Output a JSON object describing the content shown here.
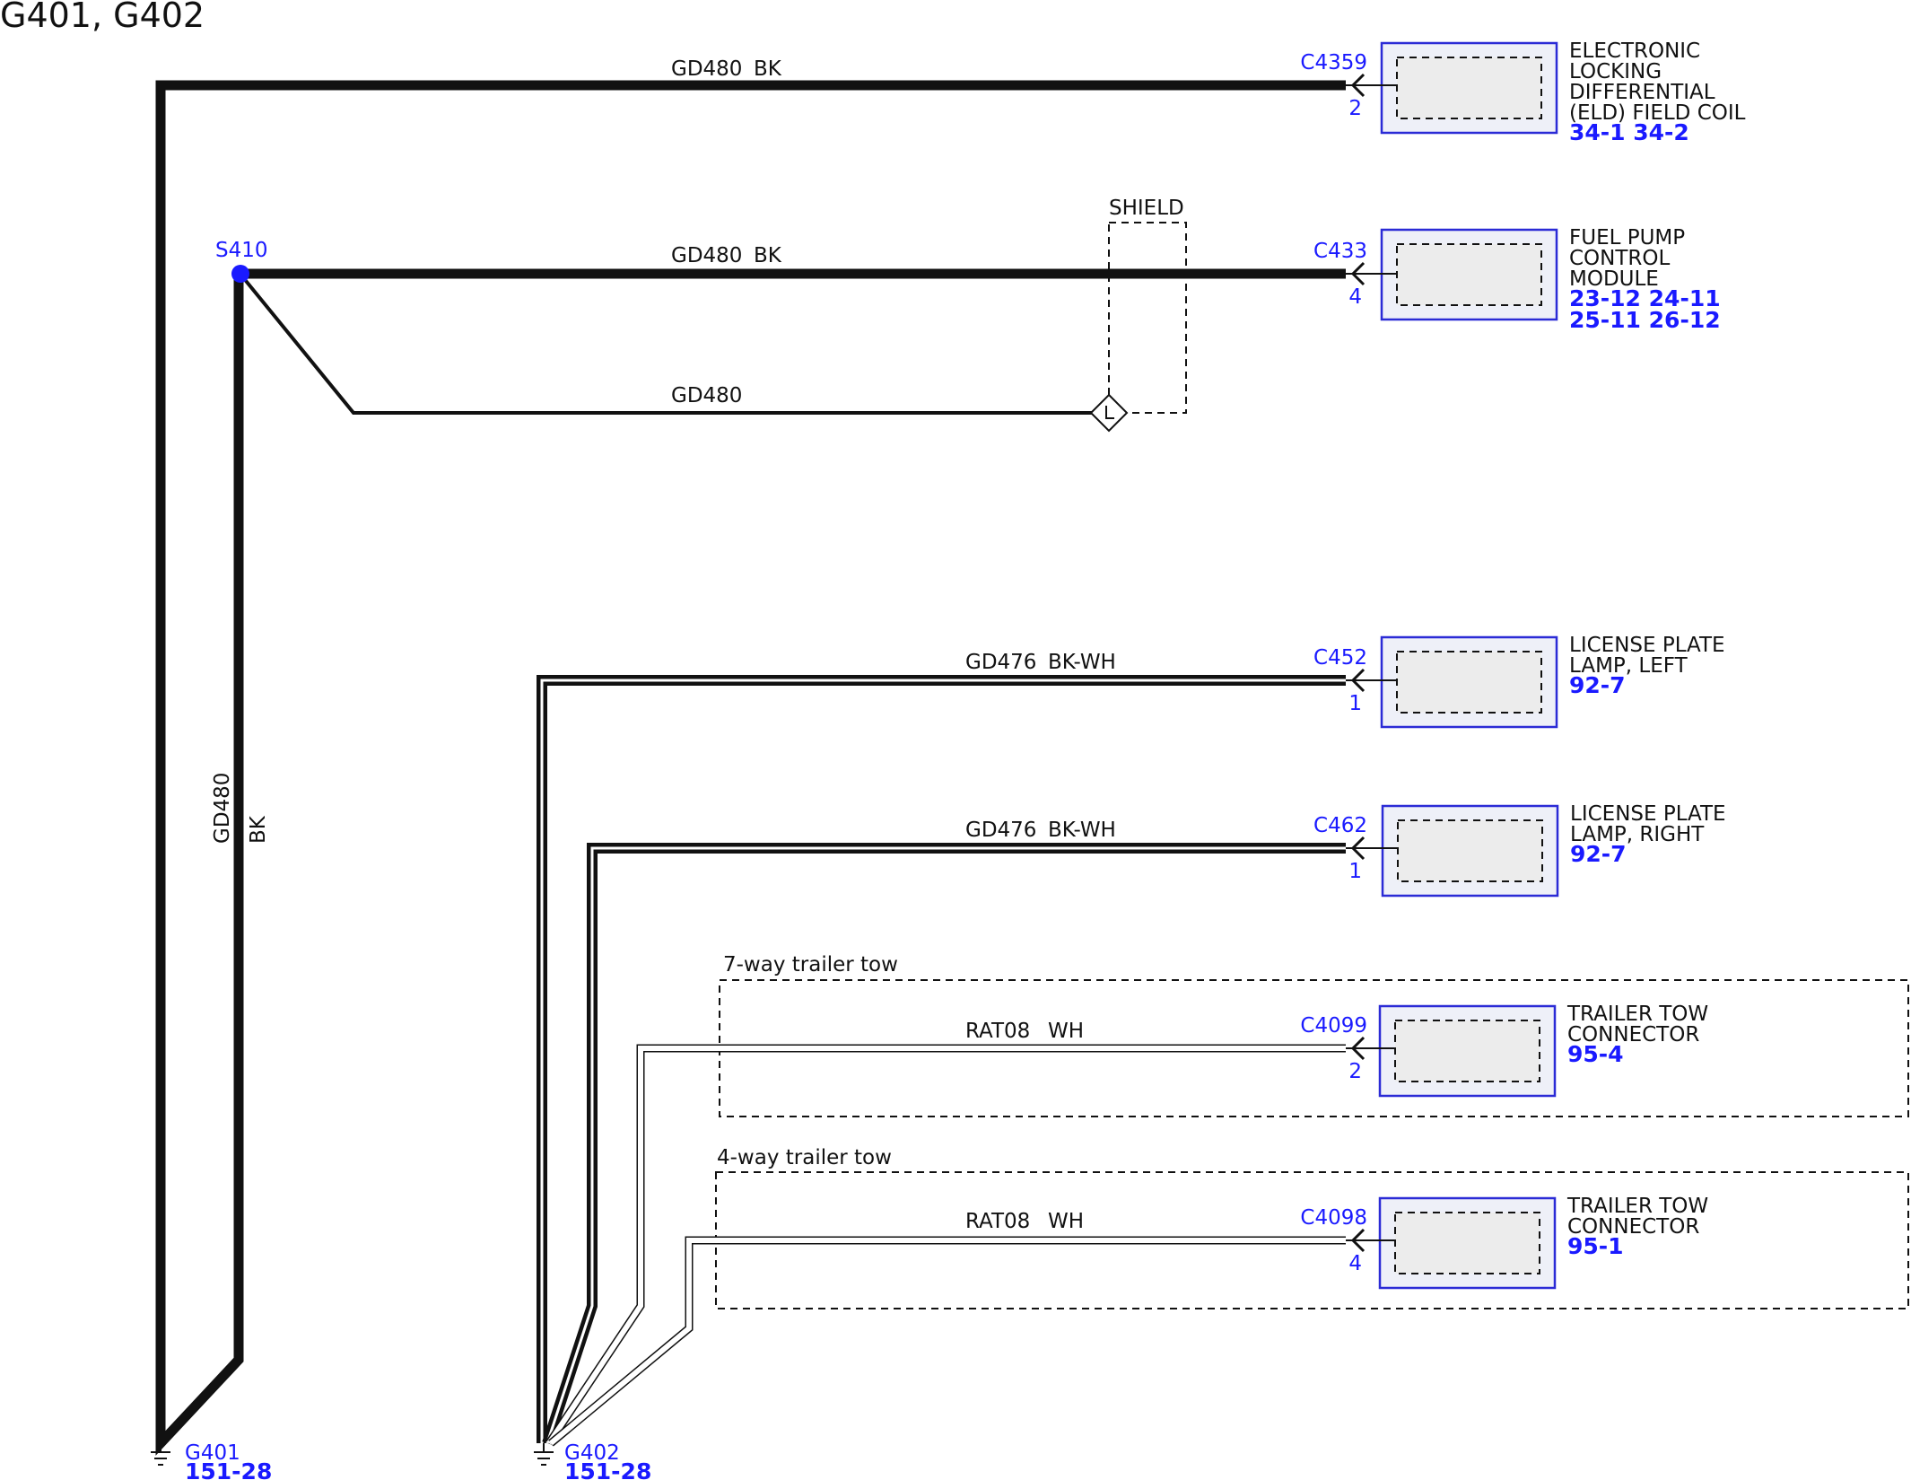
{
  "title": "G401, G402",
  "colors": {
    "wire": "#111111",
    "connector": "#1a1aff",
    "component_fill": "#eef0f8"
  },
  "wires": {
    "w1": {
      "circuit": "GD480",
      "color": "BK"
    },
    "w2": {
      "circuit": "GD480",
      "color": "BK"
    },
    "w3": {
      "circuit": "GD480"
    },
    "w4": {
      "circuit": "GD476",
      "color": "BK-WH"
    },
    "w5": {
      "circuit": "GD476",
      "color": "BK-WH"
    },
    "w6": {
      "circuit": "RAT08",
      "color": "WH"
    },
    "w7": {
      "circuit": "RAT08",
      "color": "WH"
    },
    "vertical": {
      "circuit": "GD480",
      "color": "BK"
    }
  },
  "splice": {
    "id": "S410"
  },
  "shield": {
    "label": "SHIELD"
  },
  "options": {
    "seven_way": "7-way trailer tow",
    "four_way": "4-way trailer tow"
  },
  "connectors": [
    {
      "id": "C4359",
      "pin": "2",
      "name": [
        "ELECTRONIC",
        "LOCKING",
        "DIFFERENTIAL",
        "(ELD) FIELD COIL"
      ],
      "refs": [
        "34-1  34-2"
      ]
    },
    {
      "id": "C433",
      "pin": "4",
      "name": [
        "FUEL PUMP",
        "CONTROL",
        "MODULE"
      ],
      "refs": [
        "23-12 24-11",
        "25-11 26-12"
      ]
    },
    {
      "id": "C452",
      "pin": "1",
      "name": [
        "LICENSE PLATE",
        "LAMP, LEFT"
      ],
      "refs": [
        "92-7"
      ]
    },
    {
      "id": "C462",
      "pin": "1",
      "name": [
        "LICENSE PLATE",
        "LAMP, RIGHT"
      ],
      "refs": [
        "92-7"
      ]
    },
    {
      "id": "C4099",
      "pin": "2",
      "name": [
        "TRAILER TOW",
        "CONNECTOR"
      ],
      "refs": [
        "95-4"
      ]
    },
    {
      "id": "C4098",
      "pin": "4",
      "name": [
        "TRAILER TOW",
        "CONNECTOR"
      ],
      "refs": [
        "95-1"
      ]
    }
  ],
  "grounds": [
    {
      "id": "G401",
      "ref": "151-28"
    },
    {
      "id": "G402",
      "ref": "151-28"
    }
  ]
}
